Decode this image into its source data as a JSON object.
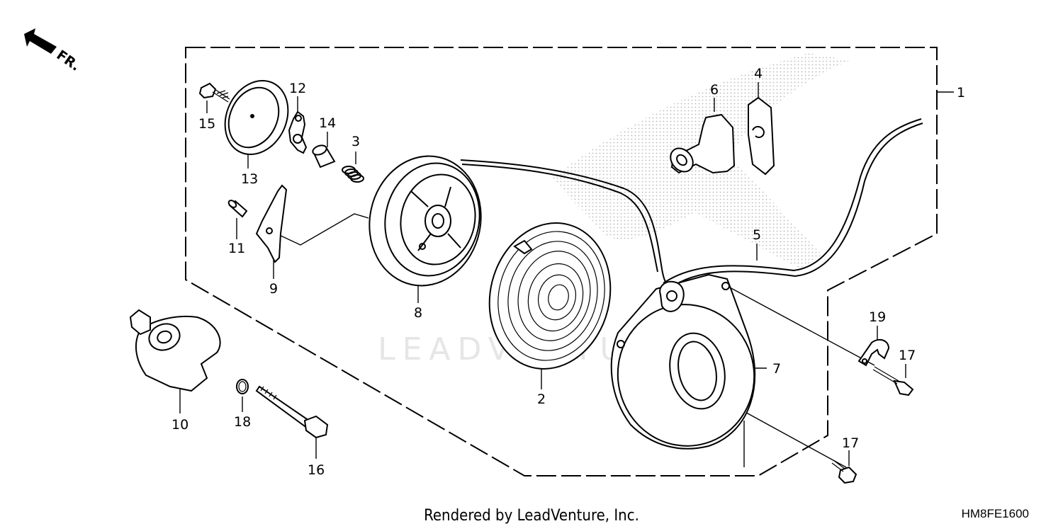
{
  "direction_label": "FR.",
  "callouts": {
    "c1": "1",
    "c2": "2",
    "c3": "3",
    "c4": "4",
    "c5": "5",
    "c6": "6",
    "c7": "7",
    "c8": "8",
    "c9": "9",
    "c10": "10",
    "c11": "11",
    "c12": "12",
    "c13": "13",
    "c14": "14",
    "c15": "15",
    "c16": "16",
    "c17a": "17",
    "c17b": "17",
    "c18": "18",
    "c19": "19"
  },
  "watermark": "LEADVENTURE",
  "footer": {
    "credit": "Rendered by LeadVenture, Inc.",
    "diagram_code": "HM8FE1600"
  }
}
